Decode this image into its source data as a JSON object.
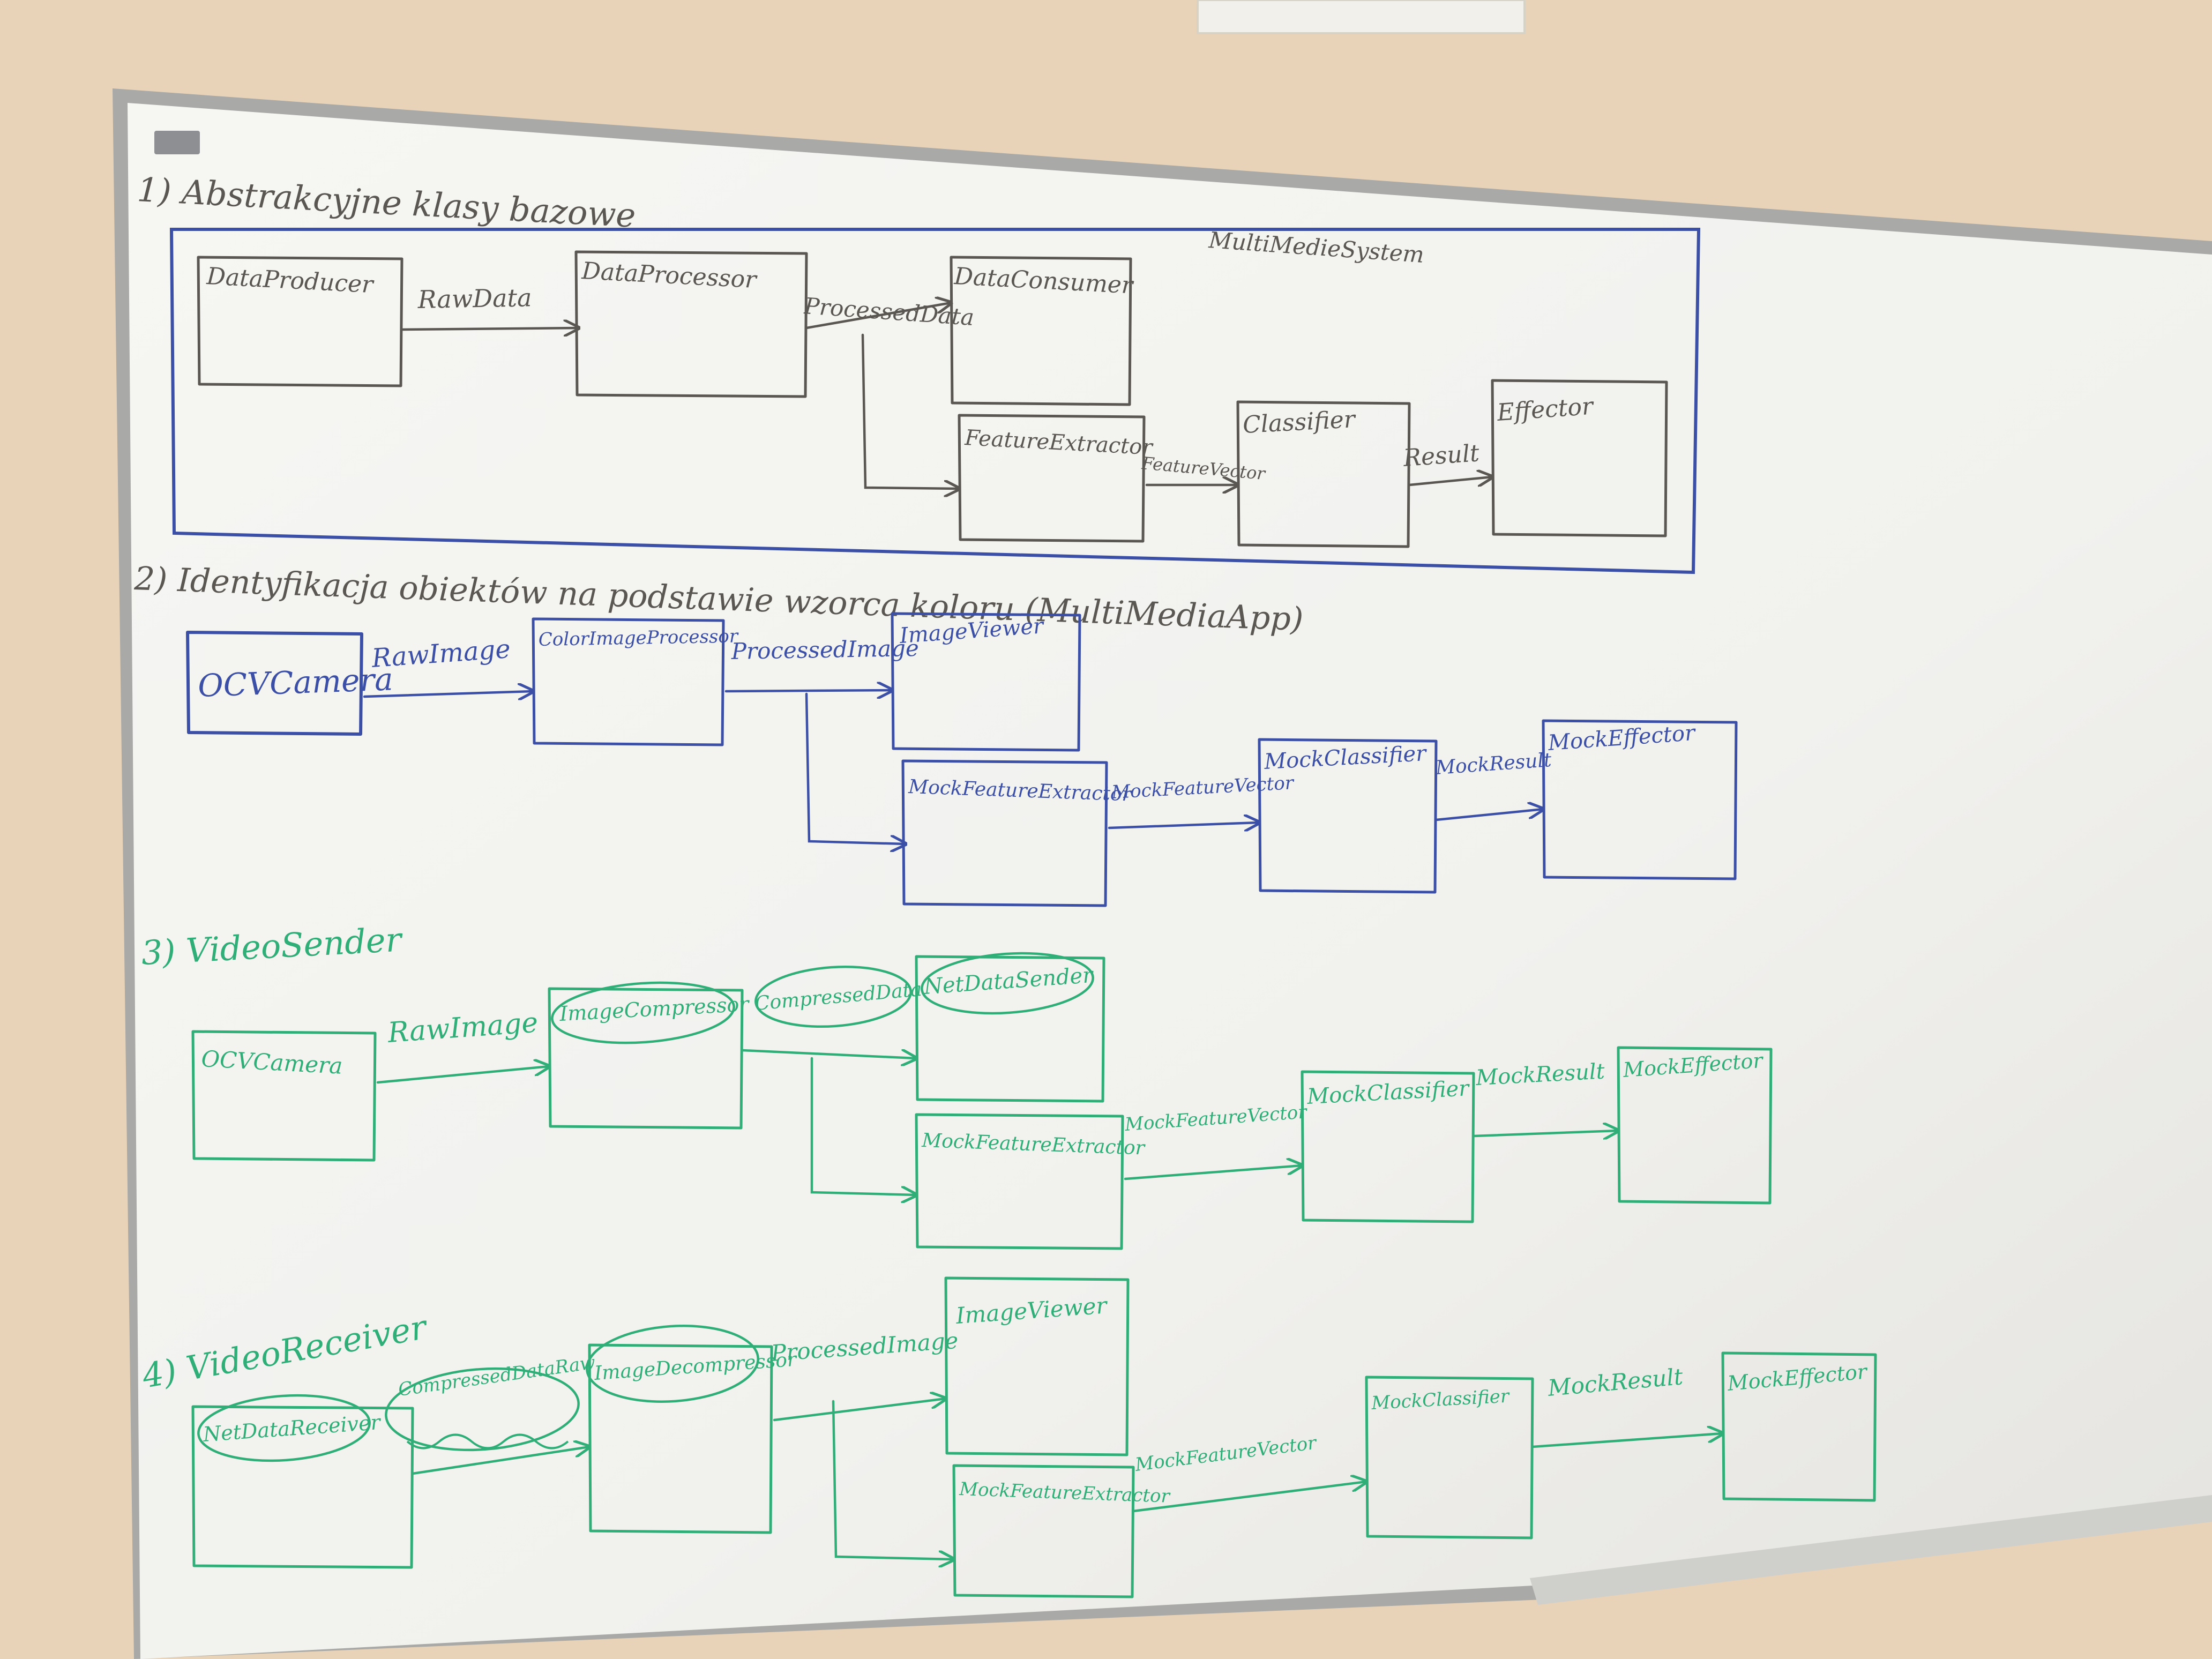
{
  "colors": {
    "wall": "#e9d6bd",
    "board": "#f4f4f1",
    "frame": "#b9b9b9",
    "marker_black": "#5a5652",
    "marker_blue": "#3b4fa6",
    "marker_green": "#2fae78"
  },
  "sections": [
    {
      "heading": "1) Abstrakcyjne klasy bazowe",
      "container_label": "MultiMedieSystem",
      "boxes": [
        "DataProducer",
        "DataProcessor",
        "DataConsumer",
        "FeatureExtractor",
        "Classifier",
        "Effector"
      ],
      "arrows": [
        "RawData",
        "ProcessedData",
        "FeatureVector",
        "Result"
      ]
    },
    {
      "heading": "2) Identyfikacja obiektów na podstawie wzorca koloru (MultiMediaApp)",
      "boxes": [
        "OCVCamera",
        "ColorImageProcessor",
        "ImageViewer",
        "MockFeatureExtractor",
        "MockClassifier",
        "MockEffector"
      ],
      "arrows": [
        "RawImage",
        "ProcessedImage",
        "MockFeatureVector",
        "MockResult"
      ]
    },
    {
      "heading": "3) VideoSender",
      "boxes": [
        "OCVCamera",
        "ImageCompressor",
        "NetDataSender",
        "MockFeatureExtractor",
        "MockClassifier",
        "MockEffector"
      ],
      "arrows": [
        "RawImage",
        "CompressedData",
        "MockFeatureVector",
        "MockResult"
      ]
    },
    {
      "heading": "4) VideoReceiver",
      "boxes": [
        "NetDataReceiver",
        "ImageDecompressor",
        "ImageViewer",
        "MockFeatureExtractor",
        "MockClassifier",
        "MockEffector"
      ],
      "arrows": [
        "CompressedDataRaw",
        "ProcessedImage",
        "MockFeatureVector",
        "MockResult"
      ]
    }
  ]
}
